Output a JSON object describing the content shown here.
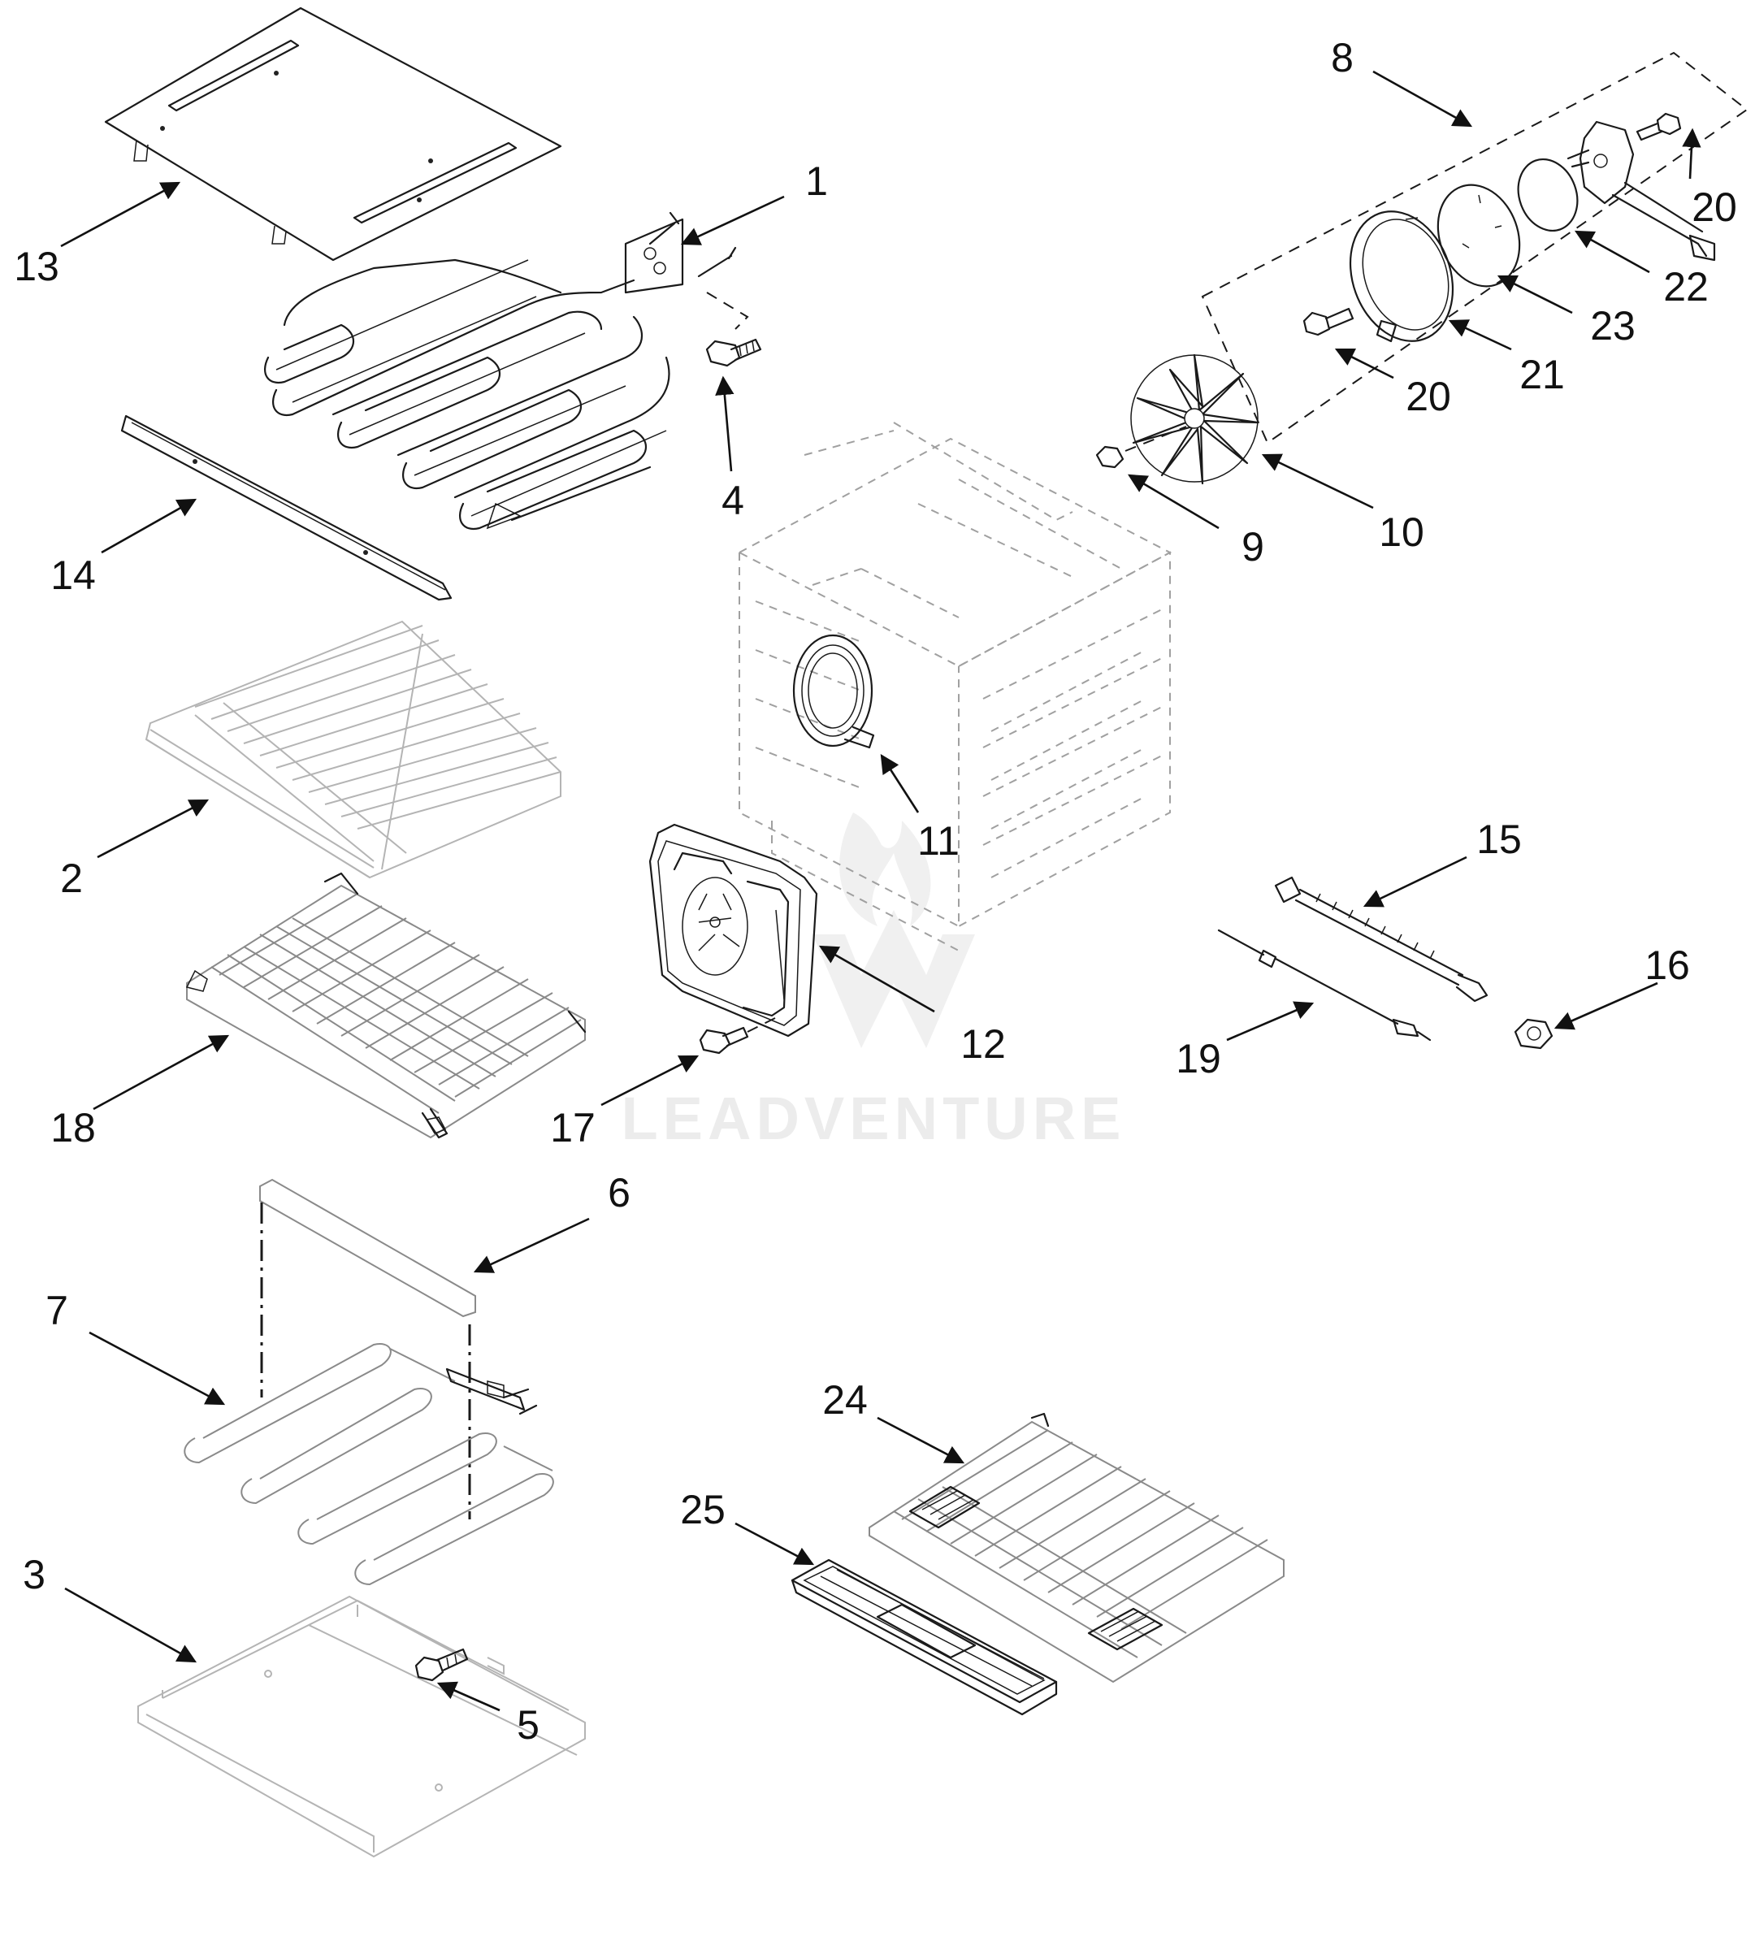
{
  "diagram": {
    "watermark": {
      "text": "LEADVENTURE"
    },
    "callouts": [
      {
        "id": "c1",
        "label": "1"
      },
      {
        "id": "c2",
        "label": "2"
      },
      {
        "id": "c3",
        "label": "3"
      },
      {
        "id": "c4",
        "label": "4"
      },
      {
        "id": "c5",
        "label": "5"
      },
      {
        "id": "c6",
        "label": "6"
      },
      {
        "id": "c7",
        "label": "7"
      },
      {
        "id": "c8",
        "label": "8"
      },
      {
        "id": "c9",
        "label": "9"
      },
      {
        "id": "c10",
        "label": "10"
      },
      {
        "id": "c11",
        "label": "11"
      },
      {
        "id": "c12",
        "label": "12"
      },
      {
        "id": "c13",
        "label": "13"
      },
      {
        "id": "c14",
        "label": "14"
      },
      {
        "id": "c15",
        "label": "15"
      },
      {
        "id": "c16",
        "label": "16"
      },
      {
        "id": "c17",
        "label": "17"
      },
      {
        "id": "c18",
        "label": "18"
      },
      {
        "id": "c19",
        "label": "19"
      },
      {
        "id": "c20a",
        "label": "20"
      },
      {
        "id": "c20b",
        "label": "20"
      },
      {
        "id": "c21",
        "label": "21"
      },
      {
        "id": "c22",
        "label": "22"
      },
      {
        "id": "c23",
        "label": "23"
      },
      {
        "id": "c24",
        "label": "24"
      },
      {
        "id": "c25",
        "label": "25"
      }
    ]
  }
}
